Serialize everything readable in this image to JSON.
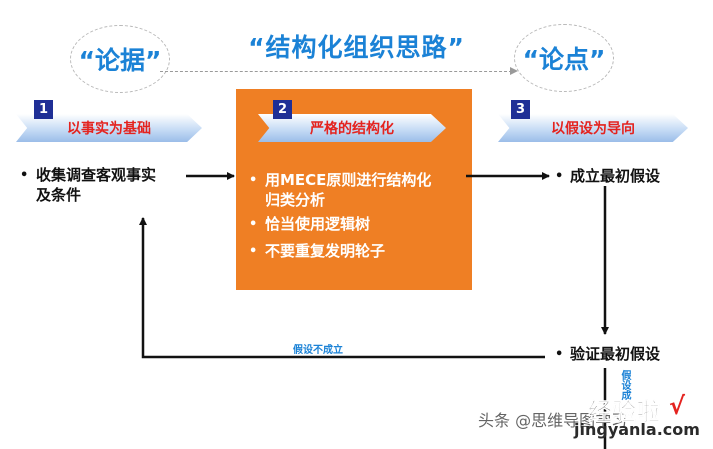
{
  "title": "“结构化组织思路”",
  "left_oval": "“论据”",
  "right_oval": "“论点”",
  "steps": [
    {
      "num": "1",
      "label": "以事实为基础"
    },
    {
      "num": "2",
      "label": "严格的结构化"
    },
    {
      "num": "3",
      "label": "以假设为导向"
    }
  ],
  "left_bullet": {
    "line1": "收集调查客观事实",
    "line2": "及条件"
  },
  "middle_bullets": [
    {
      "line1": "用MECE原则进行结构化",
      "line2": "归类分析"
    },
    {
      "line1": "恰当使用逻辑树"
    },
    {
      "line1": "不要重复发明轮子"
    }
  ],
  "right_bullets": [
    "成立最初假设",
    "验证最初假设"
  ],
  "loop_label": "假设不成立",
  "vertical_label": "假设成",
  "bullet_char": "•",
  "watermark": "头条 @思维导图学习",
  "logo": "经验啦",
  "logo_url": "jingyanla.com",
  "colors": {
    "accent_blue": "#1b82d6",
    "orange": "#ef7f24",
    "red": "#e4231f",
    "navy": "#1f2f96"
  }
}
